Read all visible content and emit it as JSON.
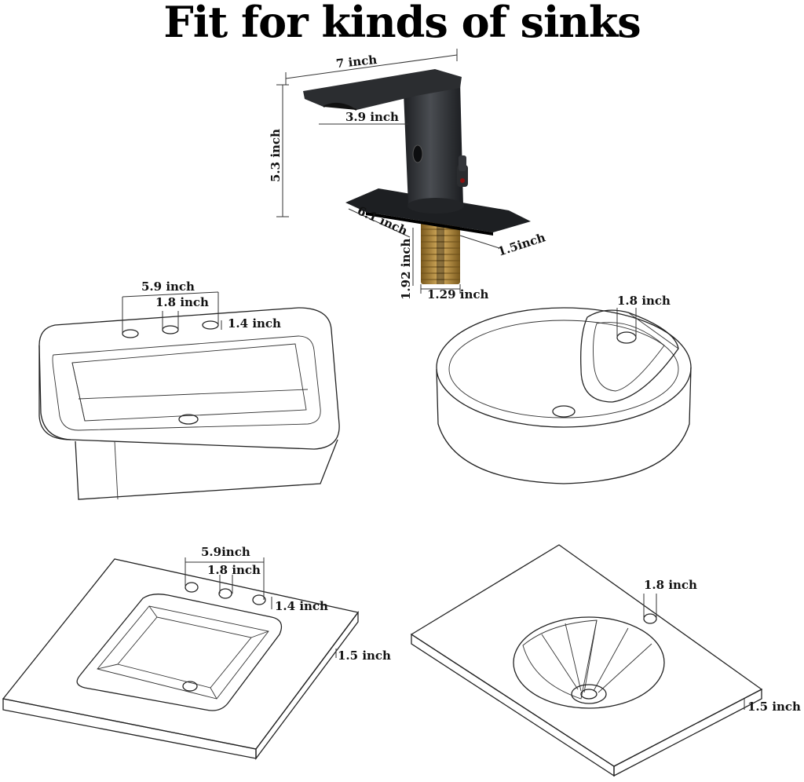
{
  "title": "Fit for kinds of sinks",
  "faucet": {
    "width": "7 inch",
    "spout": "3.9 inch",
    "height": "5.3 inch",
    "plate_length": "6.1 inch",
    "plate_width": "1.5inch",
    "shank_height": "1.92 inch",
    "shank_diameter": "1.29 inch",
    "colors": {
      "body": "#2b2d30",
      "shank": "#b8923c"
    }
  },
  "sinks": {
    "rect_vessel": {
      "spread": "5.9 inch",
      "center": "1.8 inch",
      "hole": "1.4 inch"
    },
    "round_vessel": {
      "hole": "1.8 inch"
    },
    "vanity_square": {
      "spread": "5.9inch",
      "center": "1.8 inch",
      "hole": "1.4 inch",
      "thickness": "1.5 inch"
    },
    "vanity_oval": {
      "hole": "1.8 inch",
      "thickness": "1.5 inch"
    }
  }
}
